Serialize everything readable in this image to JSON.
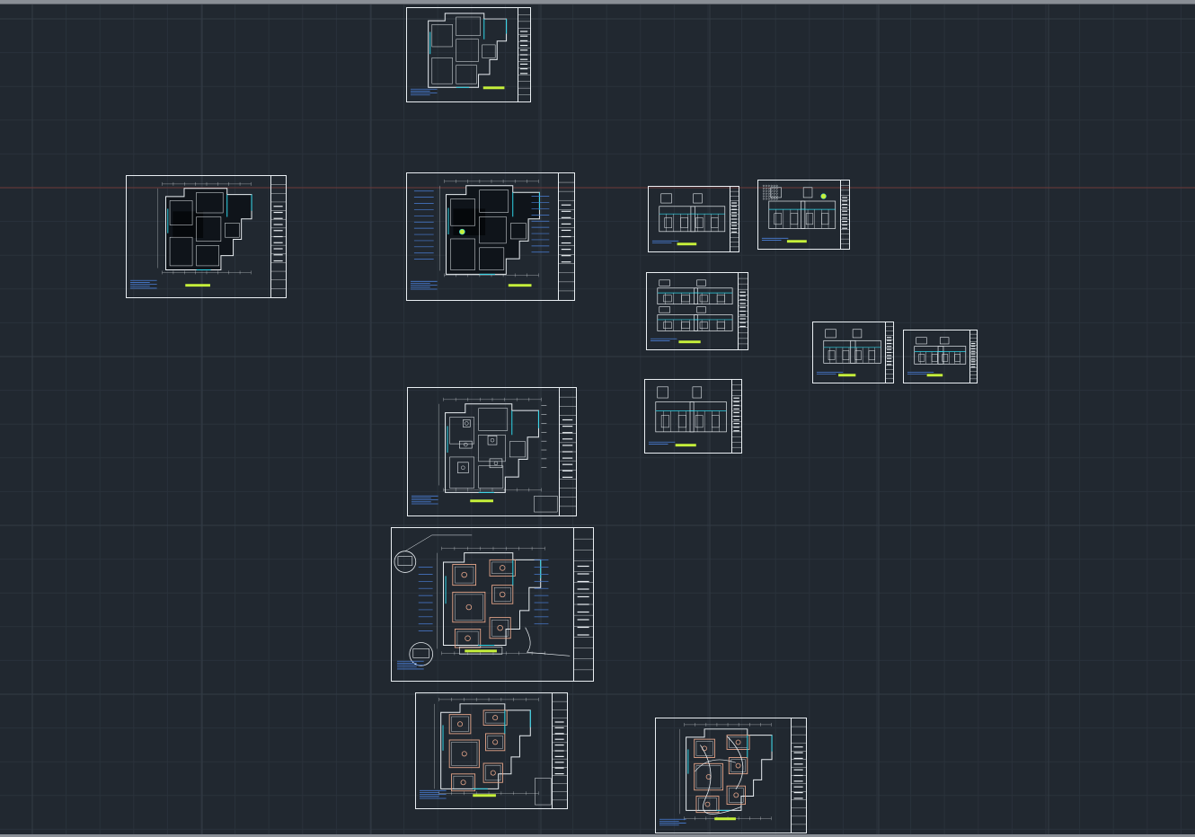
{
  "app": {
    "type": "cad-model-space"
  },
  "canvas": {
    "background_color": "#212830",
    "grid_minor_color": "#2a323b",
    "grid_major_color": "#323b45",
    "x_axis_color": "#6e3a3a",
    "ui_chrome_color": "#8a8f96"
  },
  "palette": {
    "line": "#e9eef2",
    "cyan": "#2fd5e8",
    "blue": "#4a7fd8",
    "green_bar": "#c6f03a",
    "salmon": "#e6a68a",
    "fill": "#0f141a"
  },
  "sheets": [
    {
      "id": "s01",
      "kind": "floor-plan-outline"
    },
    {
      "id": "s02",
      "kind": "floor-plan-filled"
    },
    {
      "id": "s03",
      "kind": "floor-plan-dimensioned"
    },
    {
      "id": "s04",
      "kind": "elevation"
    },
    {
      "id": "s05",
      "kind": "elevation-detail"
    },
    {
      "id": "s06",
      "kind": "elevation-double"
    },
    {
      "id": "s07",
      "kind": "elevation-small"
    },
    {
      "id": "s08",
      "kind": "elevation-small"
    },
    {
      "id": "s09",
      "kind": "elevation"
    },
    {
      "id": "s10",
      "kind": "furniture-plan"
    },
    {
      "id": "s11",
      "kind": "ceiling-plan-detailed"
    },
    {
      "id": "s12",
      "kind": "ceiling-plan"
    },
    {
      "id": "s13",
      "kind": "lighting-plan"
    }
  ]
}
